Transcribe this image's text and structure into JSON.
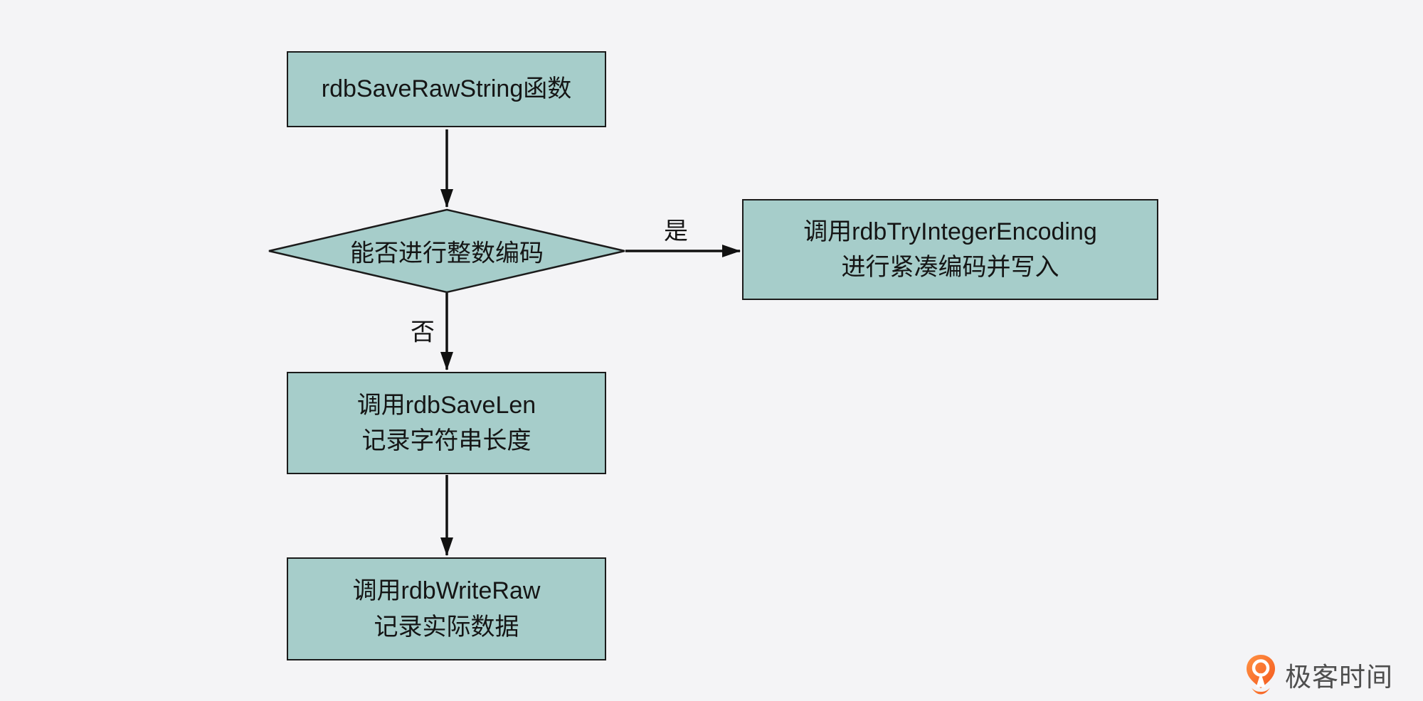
{
  "colors": {
    "bg": "#f4f4f6",
    "node-fill": "#a6cdca",
    "node-border": "#1b1b1b",
    "line": "#111111",
    "text": "#151515",
    "logo-orange-light": "#ff9243",
    "logo-orange-dark": "#f4581d",
    "logo-text": "#4e4e4e"
  },
  "diagram": {
    "nodes": [
      {
        "id": "start",
        "type": "process",
        "lines": [
          "rdbSaveRawString函数"
        ]
      },
      {
        "id": "can-int-encode",
        "type": "decision",
        "lines": [
          "能否进行整数编码"
        ]
      },
      {
        "id": "try-integer-encoding",
        "type": "process",
        "lines": [
          "调用rdbTryIntegerEncoding",
          "进行紧凑编码并写入"
        ]
      },
      {
        "id": "save-len",
        "type": "process",
        "lines": [
          "调用rdbSaveLen",
          "记录字符串长度"
        ]
      },
      {
        "id": "write-raw",
        "type": "process",
        "lines": [
          "调用rdbWriteRaw",
          "记录实际数据"
        ]
      }
    ],
    "edges": [
      {
        "from": "start",
        "to": "can-int-encode",
        "label": ""
      },
      {
        "from": "can-int-encode",
        "to": "try-integer-encoding",
        "label": "是"
      },
      {
        "from": "can-int-encode",
        "to": "save-len",
        "label": "否"
      },
      {
        "from": "save-len",
        "to": "write-raw",
        "label": ""
      }
    ]
  },
  "branding": {
    "logo_text": "极客时间"
  }
}
